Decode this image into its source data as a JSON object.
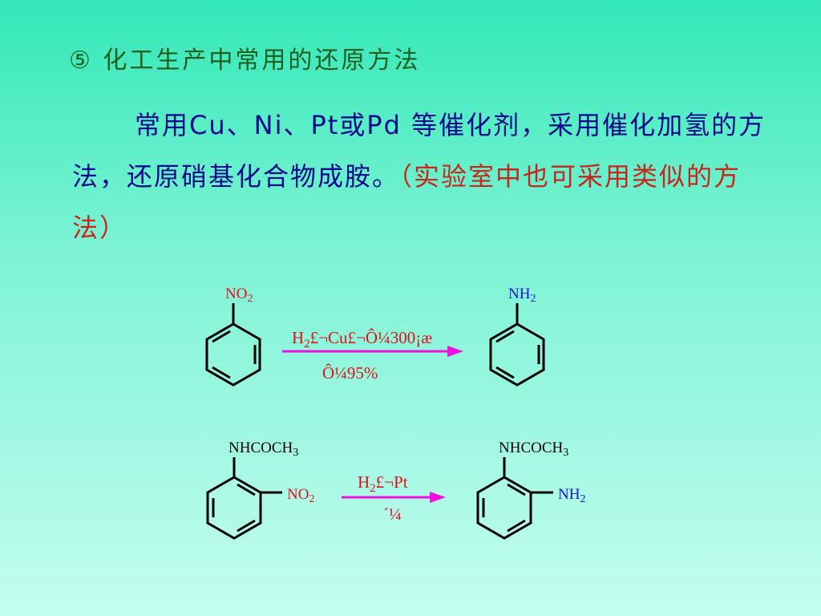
{
  "slide": {
    "heading": "⑤ 化工生产中常用的还原方法",
    "paragraph_main": "常用Cu、Ni、Pt或Pd 等催化剂，采用催化加氢的方法，还原硝基化合物成胺。",
    "paragraph_note": "（实验室中也可采用类似的方法）"
  },
  "reaction1": {
    "reactant_group": "NO",
    "reactant_sub": "2",
    "condition_top": "H",
    "condition_top_sub": "2",
    "condition_top_rest": "£¬Cu£¬Ô¼300¡æ",
    "condition_bottom": "Ô¼95%",
    "product_group": "NH",
    "product_sub": "2"
  },
  "reaction2": {
    "reactant_top": "NHCOCH",
    "reactant_top_sub": "3",
    "reactant_ortho": "NO",
    "reactant_ortho_sub": "2",
    "condition_top": "H",
    "condition_top_sub": "2",
    "condition_top_rest": "£¬Pt",
    "condition_bottom": "´¼",
    "product_top": "NHCOCH",
    "product_top_sub": "3",
    "product_ortho": "NH",
    "product_ortho_sub": "2"
  },
  "colors": {
    "nitro": "#e0101a",
    "amine": "#1414d8",
    "arrow": "#f010e0",
    "condition_text": "#e0101a",
    "bonds": "#000000"
  }
}
